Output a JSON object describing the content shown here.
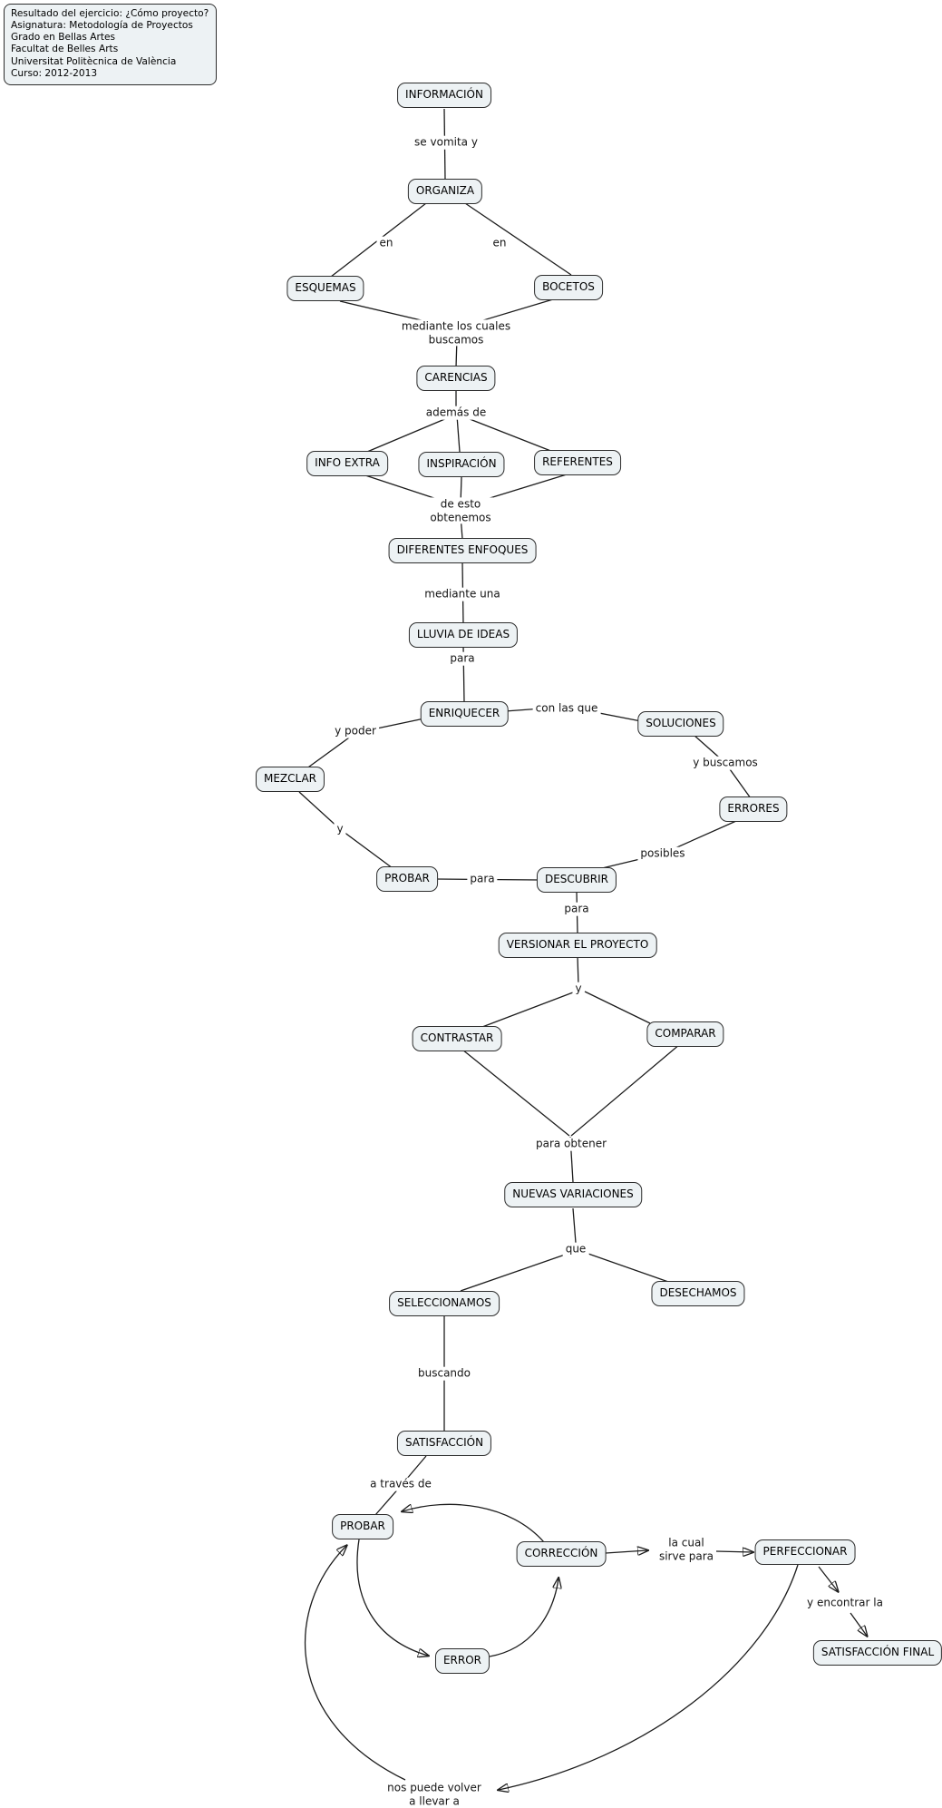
{
  "info_box": {
    "lines": [
      "Resultado del ejercicio: ¿Cómo proyecto?",
      "Asignatura: Metodología de Proyectos",
      "Grado en Bellas Artes",
      "Facultat de Belles Arts",
      "Universitat Politècnica de València",
      "Curso: 2012-2013"
    ]
  },
  "nodes": [
    {
      "id": "informacion",
      "label": "INFORMACIÓN"
    },
    {
      "id": "organiza",
      "label": "ORGANIZA"
    },
    {
      "id": "esquemas",
      "label": "ESQUEMAS"
    },
    {
      "id": "bocetos",
      "label": "BOCETOS"
    },
    {
      "id": "carencias",
      "label": "CARENCIAS"
    },
    {
      "id": "info-extra",
      "label": "INFO EXTRA"
    },
    {
      "id": "inspiracion",
      "label": "INSPIRACIÓN"
    },
    {
      "id": "referentes",
      "label": "REFERENTES"
    },
    {
      "id": "diferentes-enfoques",
      "label": "DIFERENTES ENFOQUES"
    },
    {
      "id": "lluvia-de-ideas",
      "label": "LLUVIA DE IDEAS"
    },
    {
      "id": "enriquecer",
      "label": "ENRIQUECER"
    },
    {
      "id": "soluciones",
      "label": "SOLUCIONES"
    },
    {
      "id": "mezclar",
      "label": "MEZCLAR"
    },
    {
      "id": "errores",
      "label": "ERRORES"
    },
    {
      "id": "probar",
      "label": "PROBAR"
    },
    {
      "id": "descubrir",
      "label": "DESCUBRIR"
    },
    {
      "id": "versionar-el-proyecto",
      "label": "VERSIONAR EL PROYECTO"
    },
    {
      "id": "contrastar",
      "label": "CONTRASTAR"
    },
    {
      "id": "comparar",
      "label": "COMPARAR"
    },
    {
      "id": "nuevas-variaciones",
      "label": "NUEVAS VARIACIONES"
    },
    {
      "id": "seleccionamos",
      "label": "SELECCIONAMOS"
    },
    {
      "id": "desechamos",
      "label": "DESECHAMOS"
    },
    {
      "id": "satisfaccion",
      "label": "SATISFACCIÓN"
    },
    {
      "id": "probar-2",
      "label": "PROBAR"
    },
    {
      "id": "correccion",
      "label": "CORRECCIÓN"
    },
    {
      "id": "error",
      "label": "ERROR"
    },
    {
      "id": "perfeccionar",
      "label": "PERFECCIONAR"
    },
    {
      "id": "satisfaccion-final",
      "label": "SATISFACCIÓN FINAL"
    }
  ],
  "edge_labels": [
    {
      "id": "se-vomita-y",
      "text": "se vomita y"
    },
    {
      "id": "en-left",
      "text": "en"
    },
    {
      "id": "en-right",
      "text": "en"
    },
    {
      "id": "mediante-los-cuales",
      "text": "mediante los cuales\nbuscamos"
    },
    {
      "id": "ademas-de",
      "text": "además de"
    },
    {
      "id": "de-esto-obtenemos",
      "text": "de esto\nobtenemos"
    },
    {
      "id": "mediante-una",
      "text": "mediante una"
    },
    {
      "id": "para-1",
      "text": "para"
    },
    {
      "id": "con-las-que",
      "text": "con las que"
    },
    {
      "id": "y-poder",
      "text": "y poder"
    },
    {
      "id": "y-buscamos",
      "text": "y buscamos"
    },
    {
      "id": "y-1",
      "text": "y"
    },
    {
      "id": "posibles",
      "text": "posibles"
    },
    {
      "id": "para-2",
      "text": "para"
    },
    {
      "id": "para-3",
      "text": "para"
    },
    {
      "id": "y-2",
      "text": "y"
    },
    {
      "id": "para-obtener",
      "text": "para obtener"
    },
    {
      "id": "que",
      "text": "que"
    },
    {
      "id": "buscando",
      "text": "buscando"
    },
    {
      "id": "a-traves-de",
      "text": "a través de"
    },
    {
      "id": "la-cual-sirve-para",
      "text": "la cual\nsirve para"
    },
    {
      "id": "y-encontrar-la",
      "text": "y encontrar la"
    },
    {
      "id": "nos-puede-volver",
      "text": "nos puede volver\na llevar a"
    }
  ],
  "colors": {
    "background": "#ffffff",
    "node_fill": "#edf2f4",
    "node_border": "#2d2d2d",
    "line": "#1c1c1c",
    "text": "#000000"
  }
}
